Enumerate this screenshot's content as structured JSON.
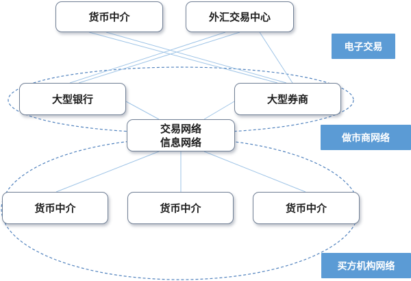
{
  "diagram": {
    "top": {
      "left_box": "货币中介",
      "right_box": "外汇交易中心"
    },
    "middle": {
      "bank_box": "大型银行",
      "broker_box": "大型券商",
      "network_box_line1": "交易网络",
      "network_box_line2": "信息网络"
    },
    "bottom": {
      "left_box": "货币中介",
      "mid_box": "货币中介",
      "right_box": "货币中介"
    },
    "tags": {
      "electronic_trading": "电子交易",
      "market_maker_network": "做市商网络",
      "buyer_network": "买方机构网络"
    },
    "colors": {
      "tag_fill": "#5b9bd5",
      "connector_line": "#9dc3e6",
      "ellipse_dash": "#4f81bd",
      "box_border": "#6f7e94"
    }
  }
}
